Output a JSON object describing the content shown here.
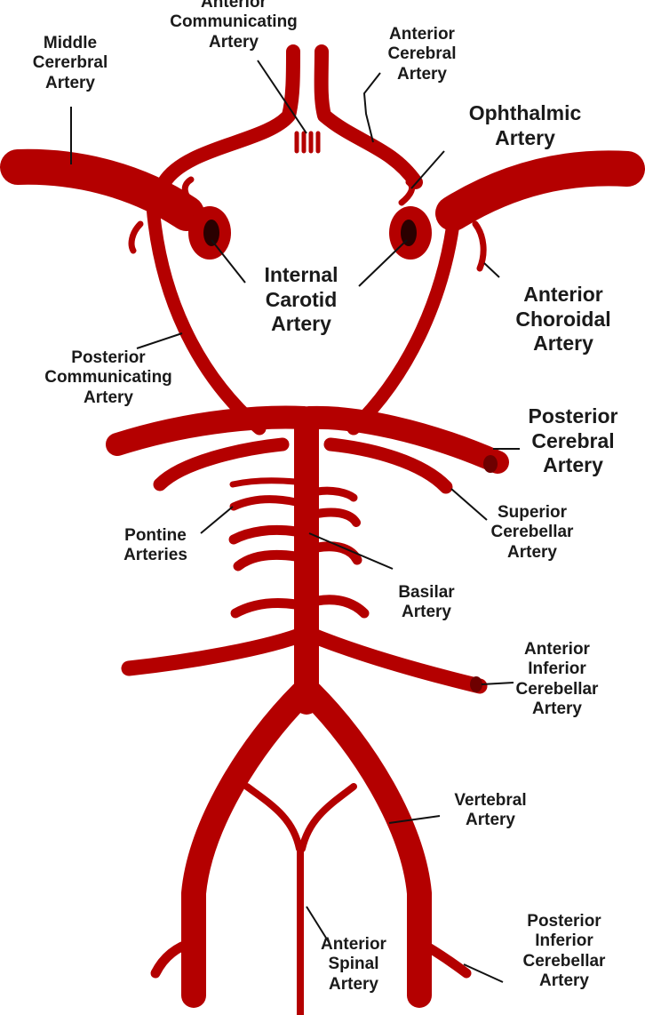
{
  "colors": {
    "artery": "#b40000",
    "artery_dark": "#6e0000",
    "lumen": "#2a0000",
    "leader": "#111111",
    "text": "#1a1a1a",
    "background": "#ffffff"
  },
  "labels": {
    "anterior_communicating": [
      "Anterior",
      "Communicating",
      "Artery"
    ],
    "middle_cerebral": [
      "Middle",
      "Cererbral",
      "Artery"
    ],
    "anterior_cerebral": [
      "Anterior",
      "Cerebral",
      "Artery"
    ],
    "ophthalmic": [
      "Ophthalmic",
      "Artery"
    ],
    "internal_carotid": [
      "Internal",
      "Carotid",
      "Artery"
    ],
    "anterior_choroidal": [
      "Anterior",
      "Choroidal",
      "Artery"
    ],
    "posterior_communicating": [
      "Posterior",
      "Communicating",
      "Artery"
    ],
    "posterior_cerebral": [
      "Posterior",
      "Cerebral",
      "Artery"
    ],
    "pontine": [
      "Pontine",
      "Arteries"
    ],
    "superior_cerebellar": [
      "Superior",
      "Cerebellar",
      "Artery"
    ],
    "basilar": [
      "Basilar",
      "Artery"
    ],
    "anterior_inferior_cerebellar": [
      "Anterior",
      "Inferior",
      "Cerebellar",
      "Artery"
    ],
    "vertebral": [
      "Vertebral",
      "Artery"
    ],
    "anterior_spinal": [
      "Anterior",
      "Spinal",
      "Artery"
    ],
    "posterior_inferior_cerebellar": [
      "Posterior",
      "Inferior",
      "Cerebellar",
      "Artery"
    ]
  }
}
